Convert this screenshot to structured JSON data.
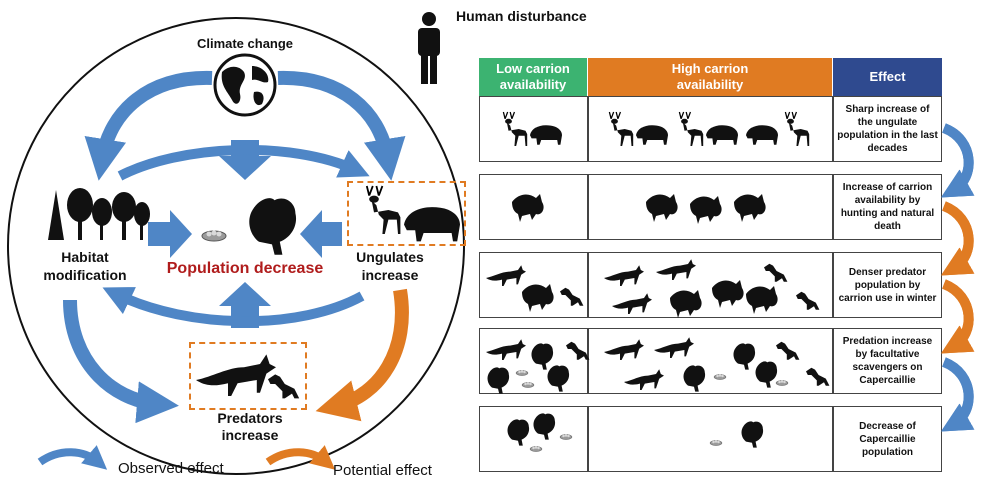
{
  "diagram": {
    "human_disturbance": "Human disturbance",
    "climate_change": "Climate change",
    "habitat_modification": "Habitat\nmodification",
    "ungulates_increase": "Ungulates\nincrease",
    "predators_increase": "Predators\nincrease",
    "population_decrease": "Population decrease"
  },
  "table": {
    "headers": {
      "low": "Low carrion availability",
      "high": "High carrion availability",
      "effect": "Effect"
    },
    "effects": [
      "Sharp increase of the ungulate population in the last decades",
      "Increase of carrion availability by hunting and natural death",
      "Denser predator population by carrion use in winter",
      "Predation increase by facultative scavengers on Capercaillie",
      "Decrease of Capercaillie population"
    ]
  },
  "legend": {
    "observed": "Observed effect",
    "potential": "Potential effect"
  },
  "colors": {
    "blue_arrow": "#4f86c6",
    "orange_arrow": "#e07b22",
    "header_green": "#3cb371",
    "header_orange": "#e07b22",
    "header_navy": "#2f4a8f",
    "title_red": "#b01c1c"
  }
}
